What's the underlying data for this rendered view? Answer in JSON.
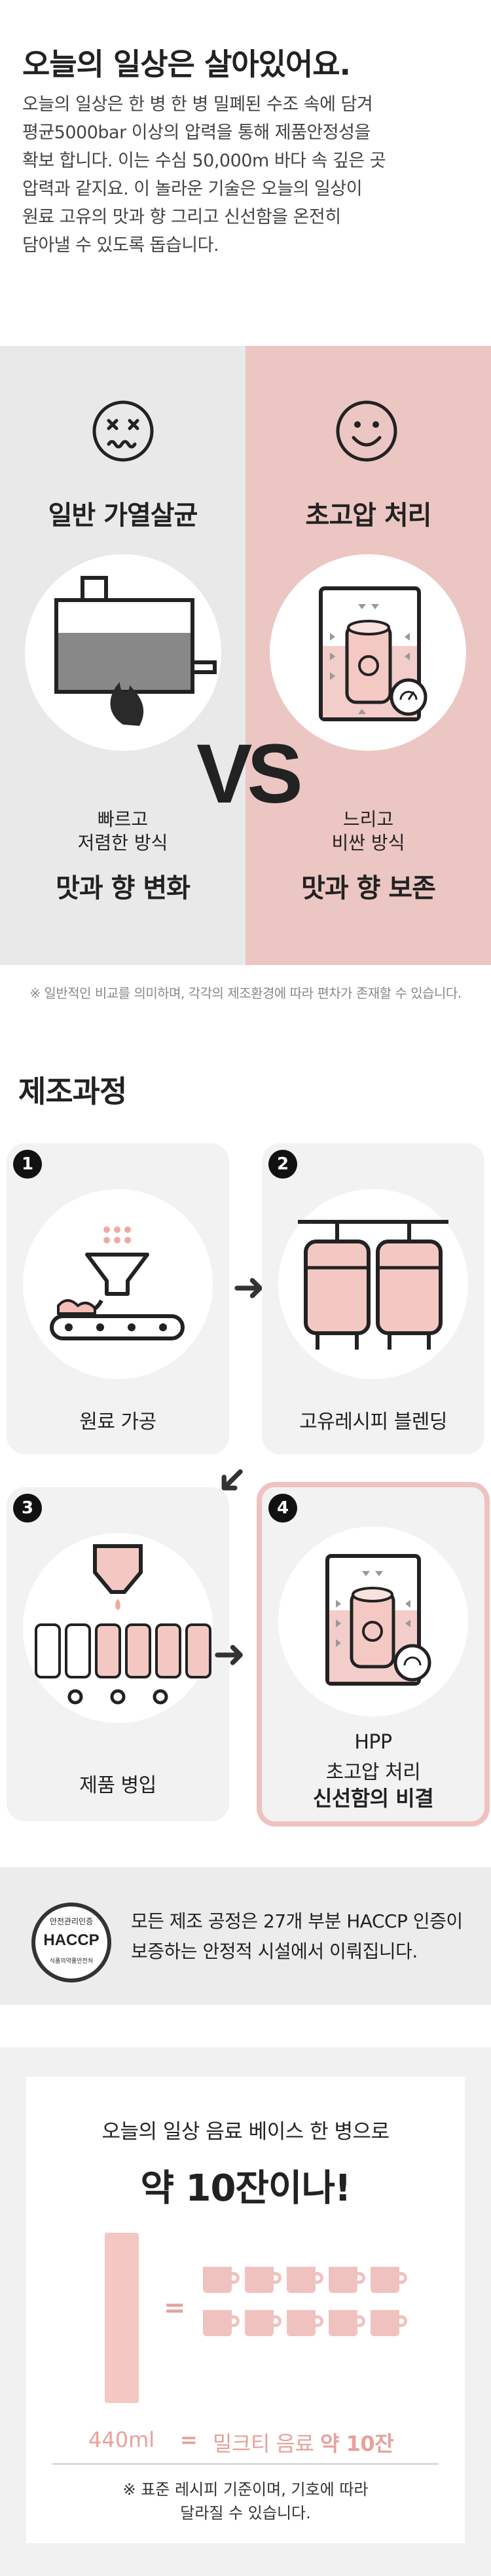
{
  "intro": {
    "title": "오늘의 일상은 살아있어요.",
    "body": "오늘의 일상은 한 병 한 병 밀폐된 수조 속에 담겨\n평균5000bar 이상의 압력을 통해 제품안정성을\n확보 합니다. 이는 수심 50,000m 바다 속 깊은 곳\n압력과 같지요. 이 놀라운 기술은 오늘의 일상이\n원료 고유의 맛과 향 그리고 신선함을 온전히\n담아낼 수 있도록 돕습니다."
  },
  "compare": {
    "left_title": "일반 가열살균",
    "right_title": "초고압 처리",
    "vs": "VS",
    "left_sub": "빠르고\n저렴한 방식",
    "left_result": "맛과 향 변화",
    "right_sub": "느리고\n비싼 방식",
    "right_result": "맛과 향 보존",
    "disclaimer": "※ 일반적인 비교를 의미하며, 각각의 제조환경에 따라 편차가 존재할 수 있습니다.",
    "colors": {
      "left_bg": "#e9e9e9",
      "right_bg": "#ecc6c2",
      "accent": "#f0c2bf"
    }
  },
  "process": {
    "title": "제조과정",
    "steps": [
      {
        "num": "1",
        "label": "원료 가공"
      },
      {
        "num": "2",
        "label": "고유레시피 블렌딩"
      },
      {
        "num": "3",
        "label": "제품 병입"
      },
      {
        "num": "4",
        "label_line1": "HPP",
        "label_line2": "초고압 처리",
        "label_line3": "신선함의 비결"
      }
    ]
  },
  "haccp": {
    "badge_top": "안전관리인증",
    "badge_main": "HACCP",
    "badge_bottom": "식품의약품안전처",
    "text": "모든 제조 공정은 27개 부분 HACCP 인증이\n보증하는 안정적 시설에서 이뤄집니다."
  },
  "bottom": {
    "heading": "오늘의 일상 음료 베이스 한 병으로",
    "big": "약 10잔이나!",
    "eq": "=",
    "volume": "440ml",
    "eq2": "=",
    "result_prefix": "밀크티 음료 ",
    "result_bold": "약 10잔",
    "note": "※ 표준 레시피 기준이며, 기호에 따라\n달라질 수 있습니다."
  }
}
